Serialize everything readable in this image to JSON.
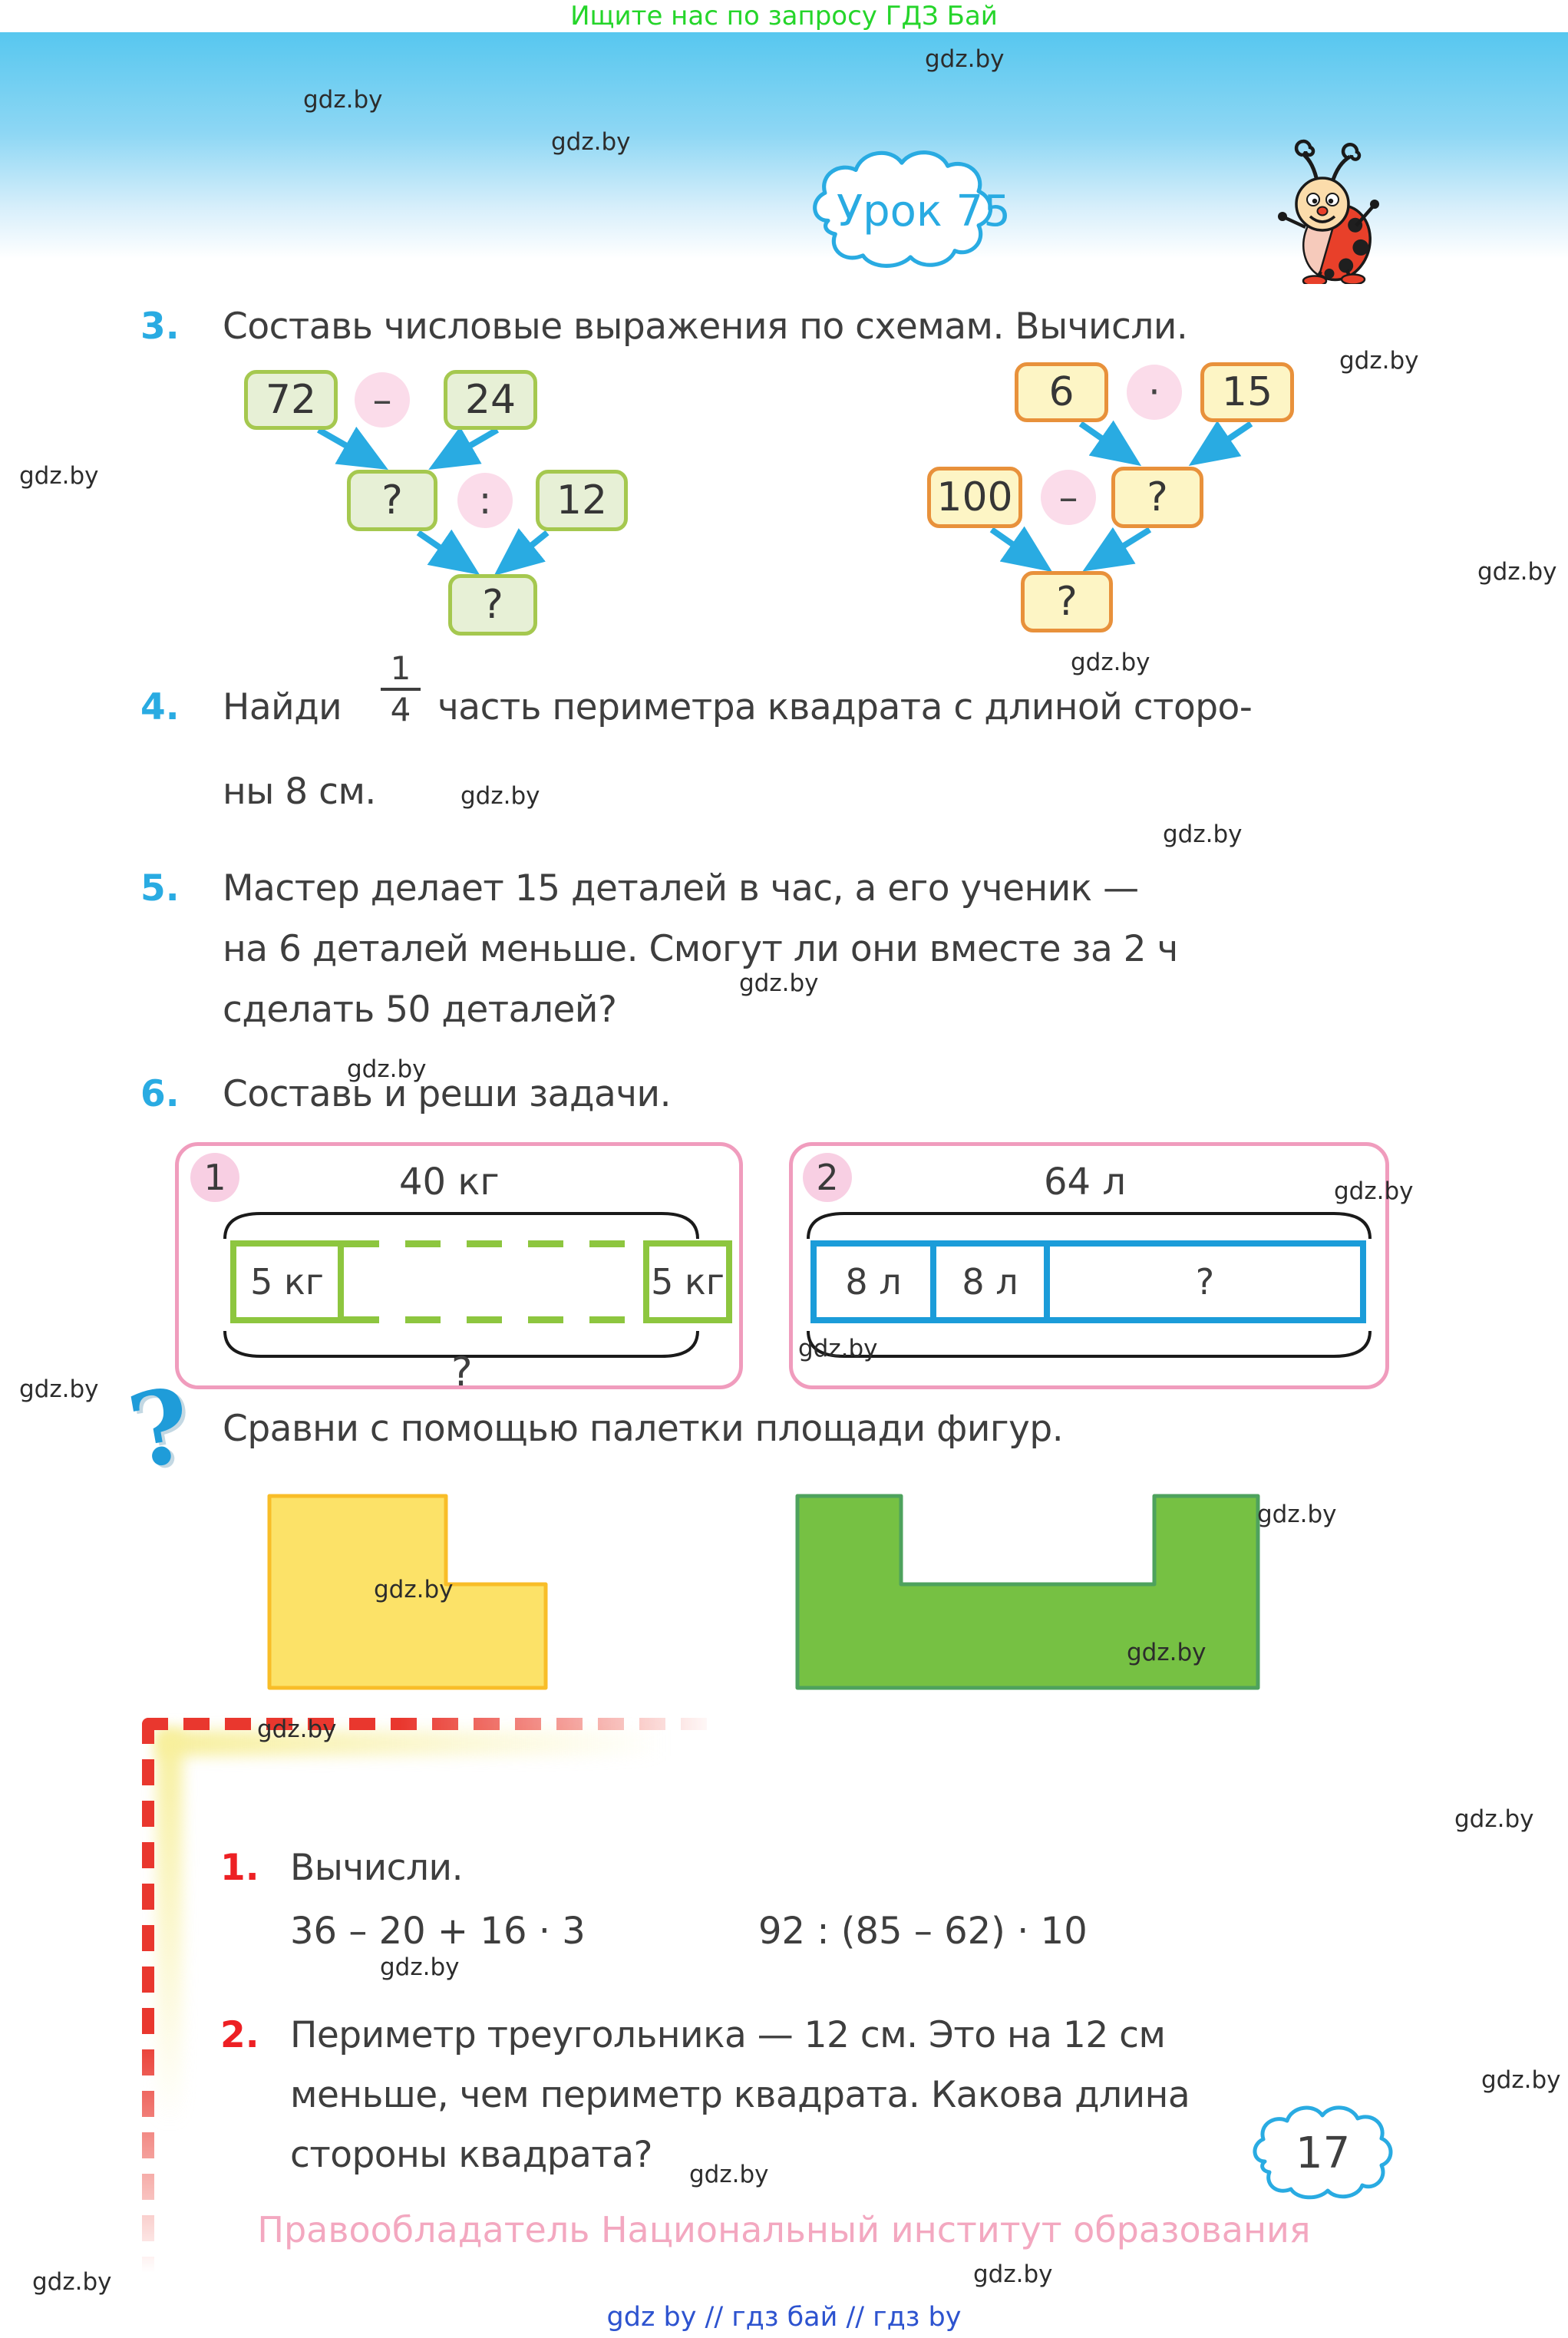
{
  "page": {
    "banner": "Ищите нас по запросу ГДЗ Бай",
    "watermark": "gdz.by",
    "lesson": "Урок 75",
    "page_number": "17",
    "copyright": "Правообладатель Национальный институт образования",
    "links": "gdz by  //  гдз бай  //  гдз by"
  },
  "p3": {
    "num": "3.",
    "text": "Составь числовые выражения по схемам. Вычисли."
  },
  "scheme_left": {
    "a": "72",
    "op1": "–",
    "b": "24",
    "r1": "?",
    "op2": ":",
    "c": "12",
    "r2": "?"
  },
  "scheme_right": {
    "a": "6",
    "op1": "·",
    "b": "15",
    "r1": "?",
    "c": "100",
    "op2": "–",
    "r2": "?"
  },
  "p4": {
    "num": "4.",
    "before": "Найди",
    "frac_n": "1",
    "frac_d": "4",
    "after": "часть периметра квадрата с длиной сторо-",
    "line2": "ны 8 см."
  },
  "p5": {
    "num": "5.",
    "line1": "Мастер делает 15 деталей в час, а его ученик —",
    "line2": "на 6 деталей меньше. Смогут ли они вместе за 2 ч",
    "line3": "сделать 50 деталей?"
  },
  "p6": {
    "num": "6.",
    "text": "Составь и реши задачи."
  },
  "card1": {
    "badge": "1",
    "total": "40 кг",
    "left": "5 кг",
    "right": "5 кг",
    "q": "?"
  },
  "card2": {
    "badge": "2",
    "total": "64 л",
    "seg1": "8 л",
    "seg2": "8 л",
    "seg3": "?"
  },
  "compare": {
    "icon": "?",
    "text": "Сравни с помощью палетки площади фигур."
  },
  "hw": {
    "t1num": "1.",
    "t1": "Вычисли.",
    "expr1": "36 – 20 + 16 · 3",
    "expr2": "92 : (85 – 62) · 10",
    "t2num": "2.",
    "t2l1": "Периметр треугольника — 12 см. Это на 12 см",
    "t2l2": "меньше, чем периметр квадрата. Какова длина",
    "t2l3": "стороны квадрата?"
  }
}
